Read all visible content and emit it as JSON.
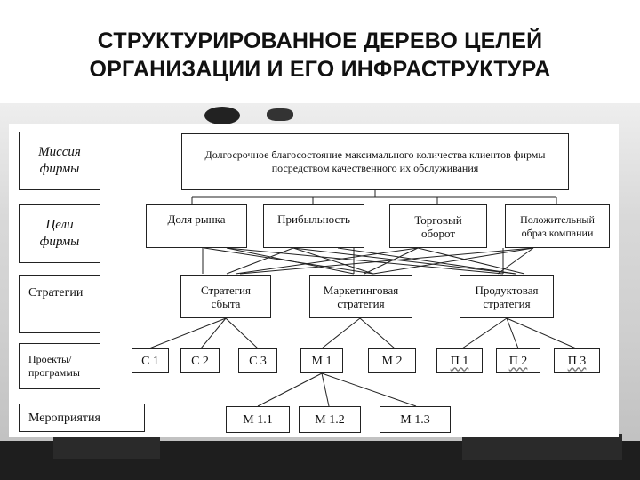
{
  "title": {
    "line1": "СТРУКТУРИРОВАННОЕ ДЕРЕВО ЦЕЛЕЙ",
    "line2": "ОРГАНИЗАЦИИ И ЕГО ИНФРАСТРУКТУРА"
  },
  "levels": {
    "mission_l1": "Миссия",
    "mission_l2": "фирмы",
    "goals_l1": "Цели",
    "goals_l2": "фирмы",
    "strategies": "Стратегии",
    "projects_l1": "Проекты/",
    "projects_l2": "программы",
    "activities": "Мероприятия"
  },
  "mission": {
    "line1": "Долгосрочное благосостояние максимального количества клиентов фирмы",
    "line2": "посредством качественного их обслуживания"
  },
  "goals": {
    "market_share": "Доля рынка",
    "profitability": "Прибыльность",
    "turnover_l1": "Торговый",
    "turnover_l2": "оборот",
    "image_l1": "Положительный",
    "image_l2": "образ компании"
  },
  "strategies": {
    "sales_l1": "Стратегия",
    "sales_l2": "сбыта",
    "marketing_l1": "Маркетинговая",
    "marketing_l2": "стратегия",
    "product_l1": "Продуктовая",
    "product_l2": "стратегия"
  },
  "projects": {
    "c1": "С 1",
    "c2": "С 2",
    "c3": "С 3",
    "m1": "М 1",
    "m2": "М 2",
    "p1": "П 1",
    "p2": "П 2",
    "p3": "П 3"
  },
  "activities": {
    "m11": "М 1.1",
    "m12": "М 1.2",
    "m13": "М 1.3"
  }
}
